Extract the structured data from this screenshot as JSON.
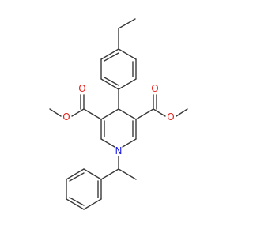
{
  "molecule": {
    "atom_labels": {
      "o1": "O",
      "o2": "O",
      "o3": "O",
      "o4": "O",
      "n1": "N"
    },
    "colors": {
      "bond": "#3a3a3a",
      "oxygen": "#e8221a",
      "nitrogen": "#1a1ae6",
      "background": "#ffffff"
    }
  }
}
